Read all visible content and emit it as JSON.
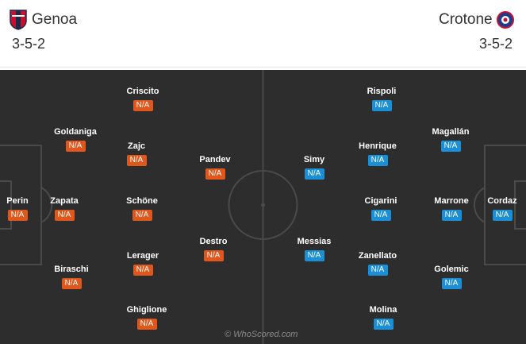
{
  "home": {
    "name": "Genoa",
    "formation": "3-5-2",
    "players": [
      {
        "name": "Perin",
        "rating": "N/A"
      },
      {
        "name": "Goldaniga",
        "rating": "N/A"
      },
      {
        "name": "Zapata",
        "rating": "N/A"
      },
      {
        "name": "Biraschi",
        "rating": "N/A"
      },
      {
        "name": "Criscito",
        "rating": "N/A"
      },
      {
        "name": "Zajc",
        "rating": "N/A"
      },
      {
        "name": "Schöne",
        "rating": "N/A"
      },
      {
        "name": "Lerager",
        "rating": "N/A"
      },
      {
        "name": "Ghiglione",
        "rating": "N/A"
      },
      {
        "name": "Pandev",
        "rating": "N/A"
      },
      {
        "name": "Destro",
        "rating": "N/A"
      }
    ]
  },
  "away": {
    "name": "Crotone",
    "formation": "3-5-2",
    "players": [
      {
        "name": "Simy",
        "rating": "N/A"
      },
      {
        "name": "Messias",
        "rating": "N/A"
      },
      {
        "name": "Rispoli",
        "rating": "N/A"
      },
      {
        "name": "Henrique",
        "rating": "N/A"
      },
      {
        "name": "Cigarini",
        "rating": "N/A"
      },
      {
        "name": "Zanellato",
        "rating": "N/A"
      },
      {
        "name": "Molina",
        "rating": "N/A"
      },
      {
        "name": "Magallán",
        "rating": "N/A"
      },
      {
        "name": "Marrone",
        "rating": "N/A"
      },
      {
        "name": "Golemic",
        "rating": "N/A"
      },
      {
        "name": "Cordaz",
        "rating": "N/A"
      }
    ]
  },
  "colors": {
    "home_rating": "#e0561b",
    "away_rating": "#1a8fd6",
    "pitch": "#2d2d2d"
  },
  "watermark": "© WhoScored.com"
}
